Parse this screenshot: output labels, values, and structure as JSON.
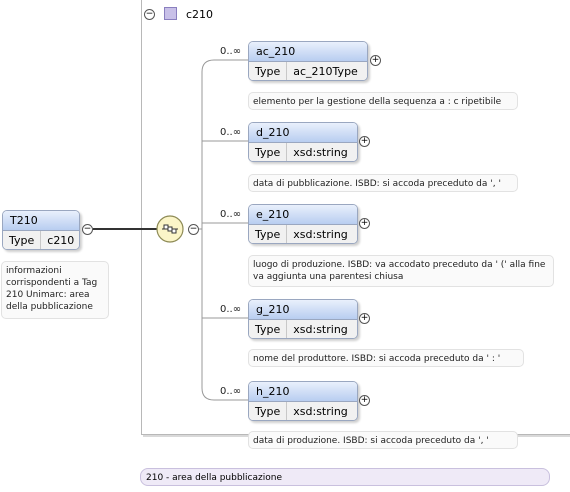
{
  "complex_type": {
    "name": "c210",
    "collapse_symbol": "−"
  },
  "root": {
    "name": "T210",
    "type_key": "Type",
    "type_value": "c210",
    "annotation": "informazioni corrispondenti a Tag 210 Unimarc: area della pubblicazione",
    "toggle_symbol": "−"
  },
  "sequence": {
    "toggle_symbol": "−",
    "icon": "sequence-compositor-icon"
  },
  "children": [
    {
      "occurs": "0..∞",
      "name": "ac_210",
      "type_key": "Type",
      "type_value": "ac_210Type",
      "expand_symbol": "+",
      "annotation": "elemento per la gestione della sequenza a : c ripetibile"
    },
    {
      "occurs": "0..∞",
      "name": "d_210",
      "type_key": "Type",
      "type_value": "xsd:string",
      "expand_symbol": "+",
      "annotation": "data di pubblicazione. ISBD: si accoda preceduto da ', '"
    },
    {
      "occurs": "0..∞",
      "name": "e_210",
      "type_key": "Type",
      "type_value": "xsd:string",
      "expand_symbol": "+",
      "annotation": "luogo di produzione. ISBD: va accodato preceduto da ' (' alla fine va aggiunta una parentesi chiusa"
    },
    {
      "occurs": "0..∞",
      "name": "g_210",
      "type_key": "Type",
      "type_value": "xsd:string",
      "expand_symbol": "+",
      "annotation": "nome del produttore. ISBD: si accoda preceduto da ' : '"
    },
    {
      "occurs": "0..∞",
      "name": "h_210",
      "type_key": "Type",
      "type_value": "xsd:string",
      "expand_symbol": "+",
      "annotation": "data di produzione. ISBD: si accoda preceduto da ', '"
    }
  ],
  "footer": {
    "text": "210 - area della pubblicazione"
  }
}
